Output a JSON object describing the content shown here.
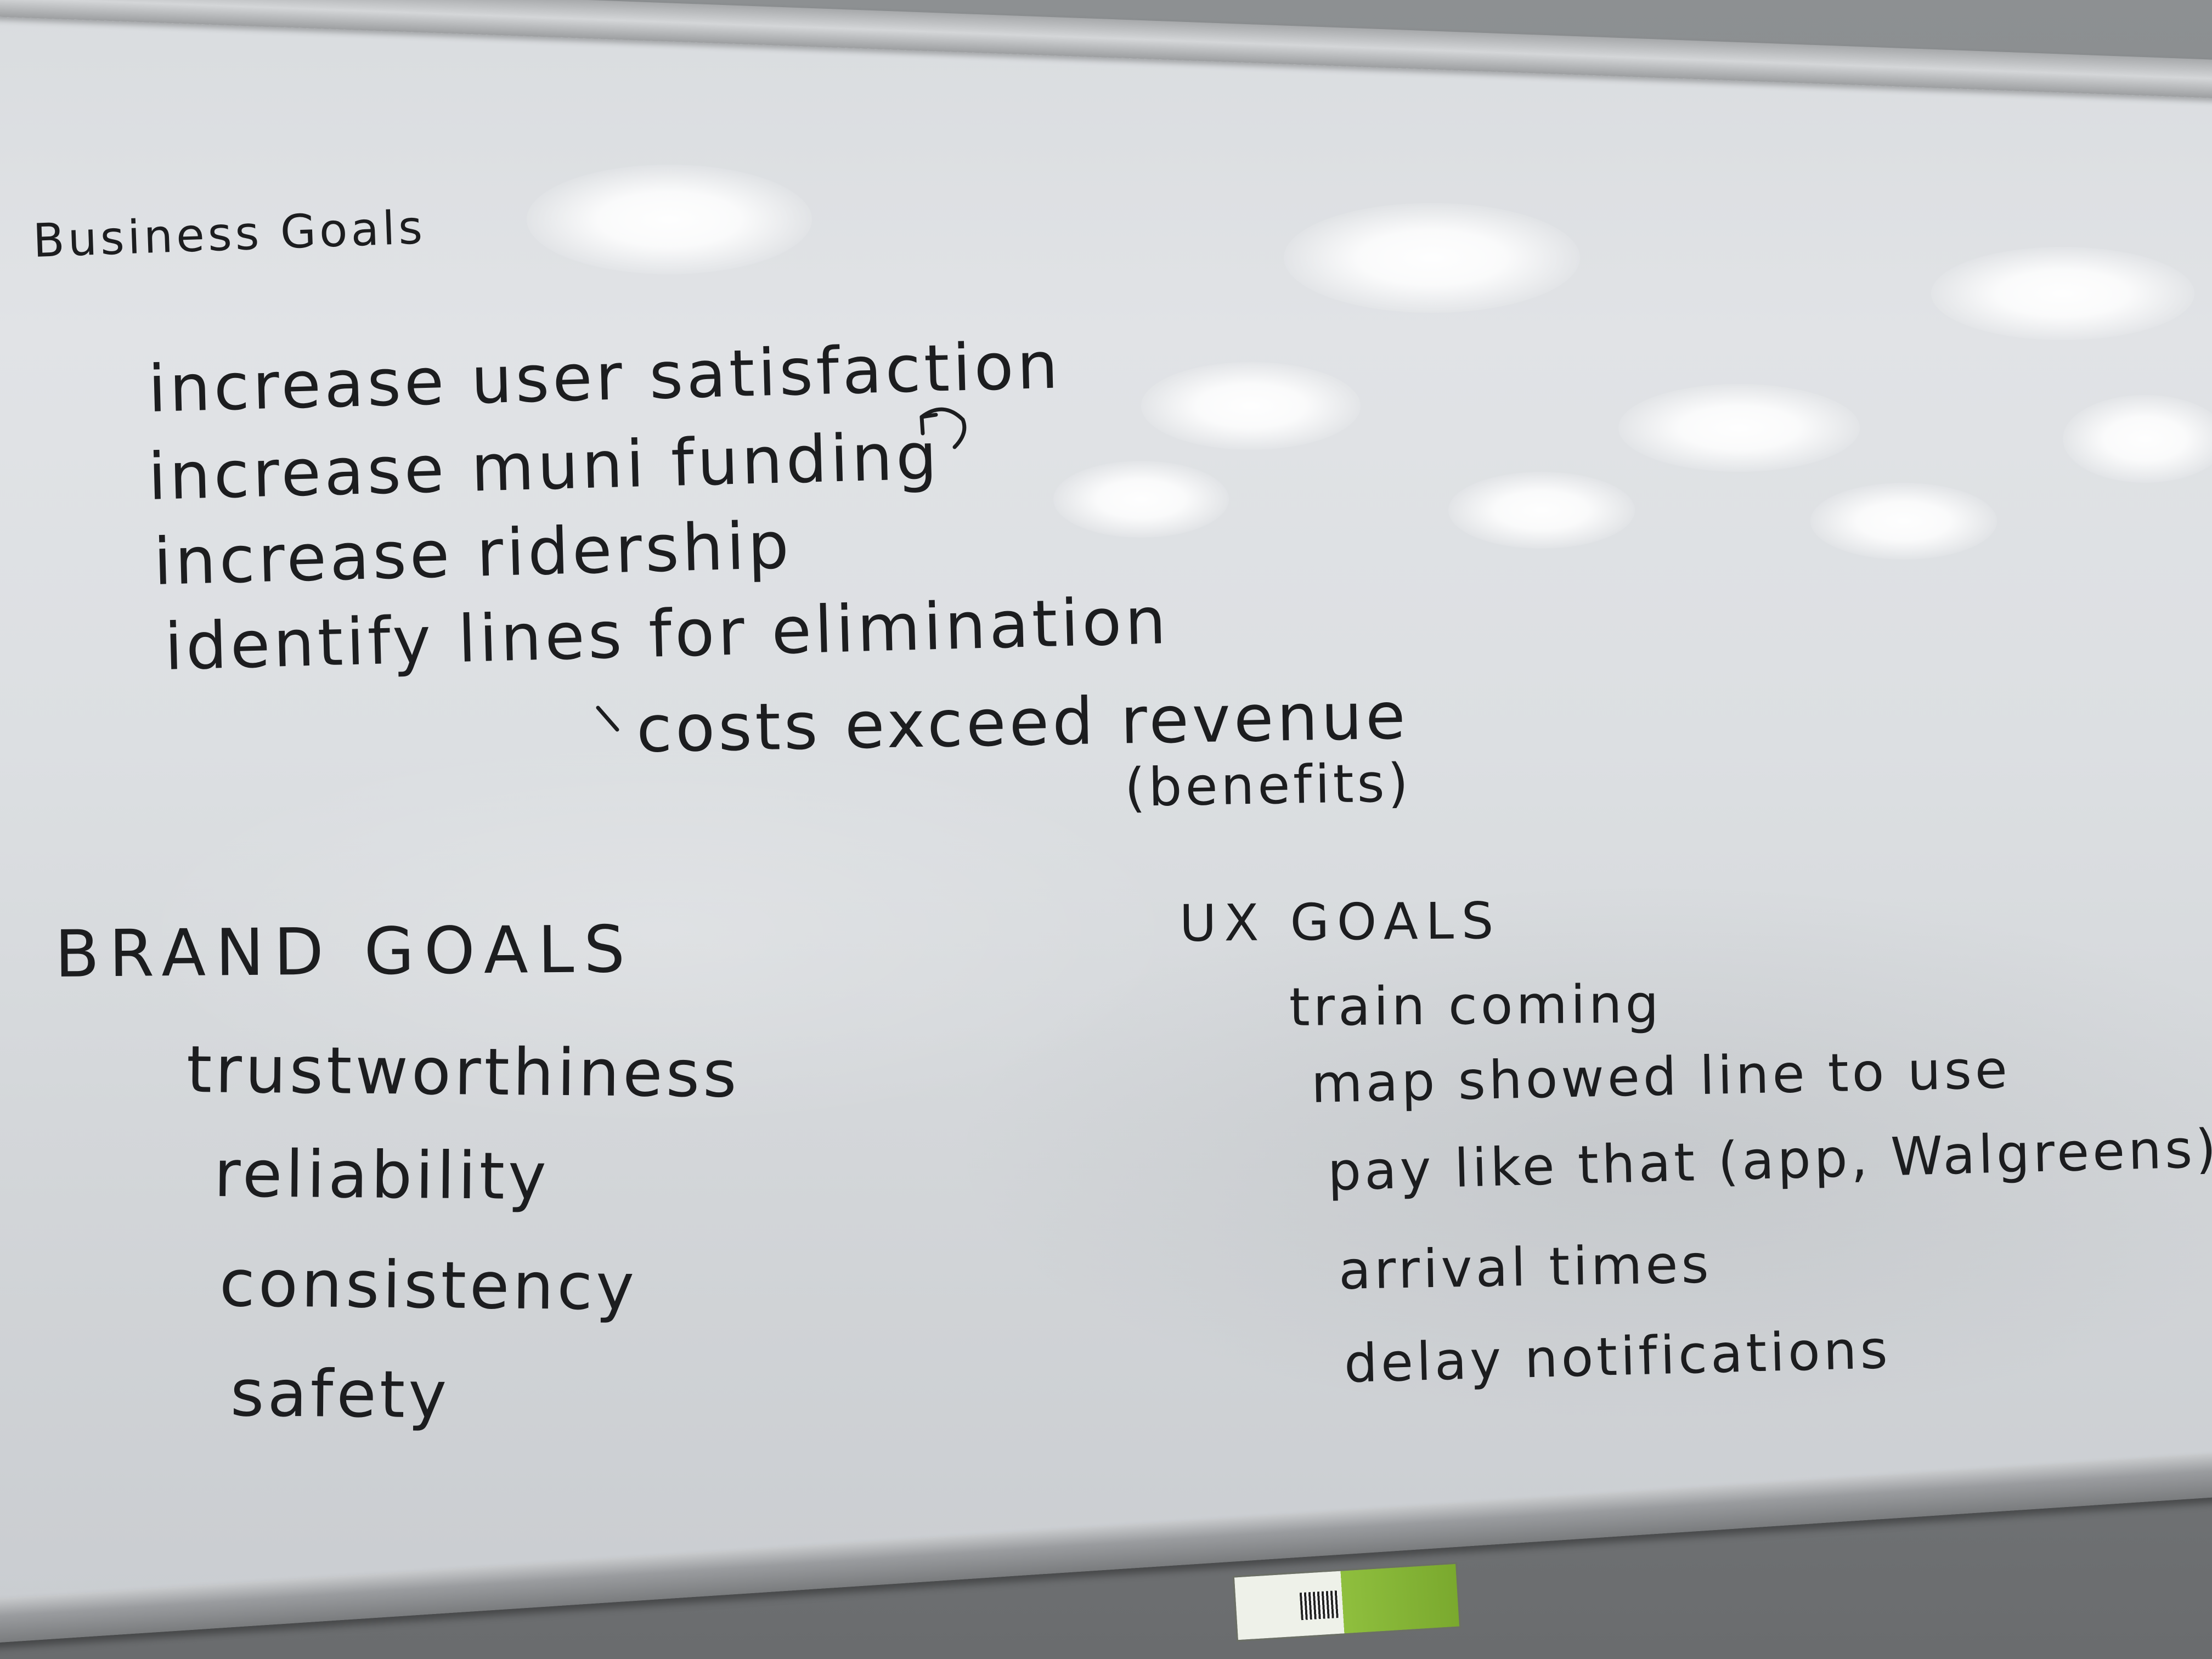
{
  "whiteboard": {
    "business": {
      "heading": "Business Goals",
      "items": [
        "increase user satisfaction",
        "increase muni funding",
        "increase ridership",
        "identify lines for elimination"
      ],
      "subnote": "costs exceed revenue",
      "subnote_paren": "(benefits)"
    },
    "brand": {
      "heading": "BRAND GOALS",
      "items": [
        "trustworthiness",
        "reliability",
        "consistency",
        "safety"
      ]
    },
    "ux": {
      "heading": "UX GOALS",
      "items": [
        "train coming",
        "map showed line to use",
        "pay like that (app, Walgreens)",
        "arrival times",
        "delay notifications"
      ]
    }
  },
  "colors": {
    "ink": "#1c1d1f",
    "board": "#dcdfe2",
    "frame": "#a7a9ab",
    "eraser_green": "#8fbf3e"
  }
}
